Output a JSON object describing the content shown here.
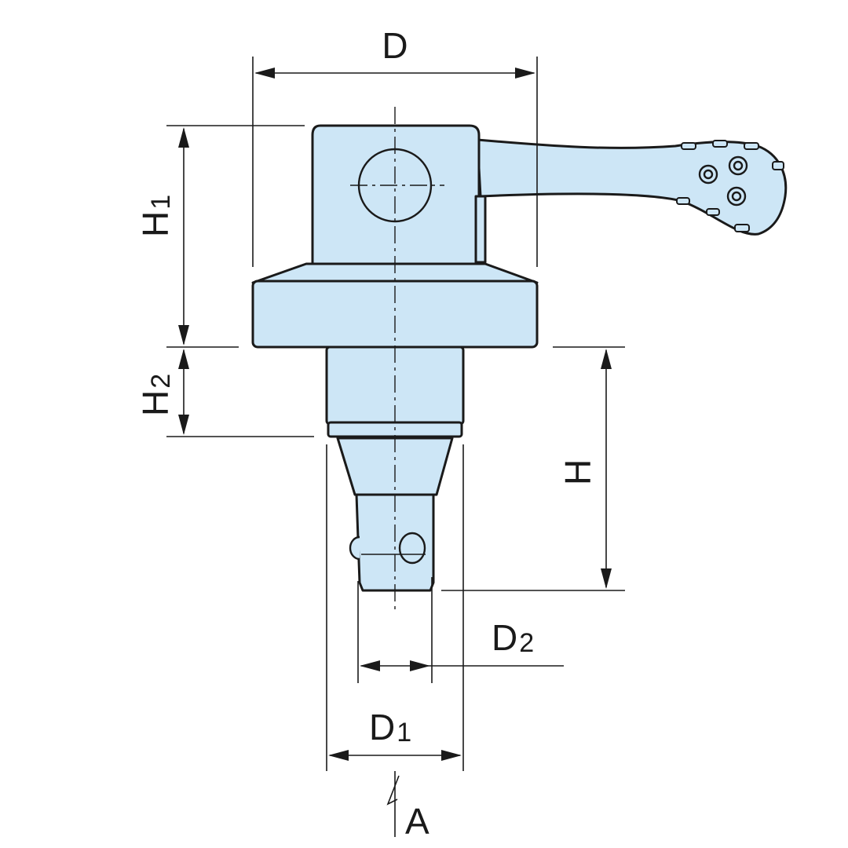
{
  "labels": {
    "D": "D",
    "H1_main": "H",
    "H1_sub": "1",
    "H2_main": "H",
    "H2_sub": "2",
    "H": "H",
    "D2_main": "D",
    "D2_sub": "2",
    "D1_main": "D",
    "D1_sub": "1",
    "A": "A"
  },
  "colors": {
    "part_fill": "#cde6f6",
    "line": "#1a1a1a"
  }
}
